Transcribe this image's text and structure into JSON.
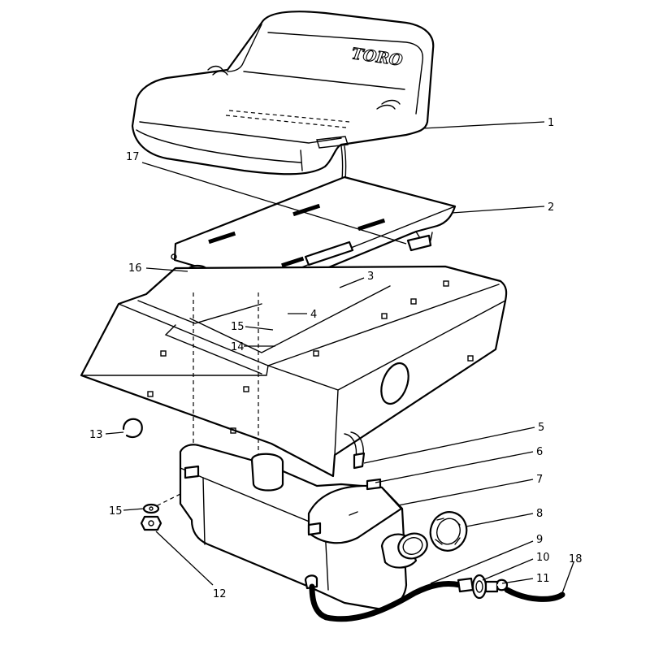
{
  "diagram": {
    "brand_logo": "TORO",
    "line_color": "#000000",
    "background_color": "#ffffff",
    "callouts": [
      {
        "id": "c1",
        "label": "1",
        "part": "seat"
      },
      {
        "id": "c2",
        "label": "2",
        "part": "seat-mounting-plate"
      },
      {
        "id": "c3",
        "label": "3",
        "part": "seat-switch-connector"
      },
      {
        "id": "c4",
        "label": "4",
        "part": "clamp"
      },
      {
        "id": "c5",
        "label": "5",
        "part": "hose"
      },
      {
        "id": "c6",
        "label": "6",
        "part": "bracket"
      },
      {
        "id": "c7",
        "label": "7",
        "part": "fuel-tank"
      },
      {
        "id": "c8",
        "label": "8",
        "part": "fuel-cap"
      },
      {
        "id": "c9",
        "label": "9",
        "part": "fuel-line"
      },
      {
        "id": "c10",
        "label": "10",
        "part": "fuel-filter"
      },
      {
        "id": "c11",
        "label": "11",
        "part": "hose-clamp"
      },
      {
        "id": "c12",
        "label": "12",
        "part": "nut"
      },
      {
        "id": "c13",
        "label": "13",
        "part": "snap-ring"
      },
      {
        "id": "c14",
        "label": "14",
        "part": "screw"
      },
      {
        "id": "c15a",
        "label": "15",
        "part": "washer"
      },
      {
        "id": "c15b",
        "label": "15",
        "part": "washer"
      },
      {
        "id": "c16",
        "label": "16",
        "part": "knob"
      },
      {
        "id": "c17",
        "label": "17",
        "part": "wire-harness"
      },
      {
        "id": "c18",
        "label": "18",
        "part": "fuel-hose"
      }
    ]
  }
}
